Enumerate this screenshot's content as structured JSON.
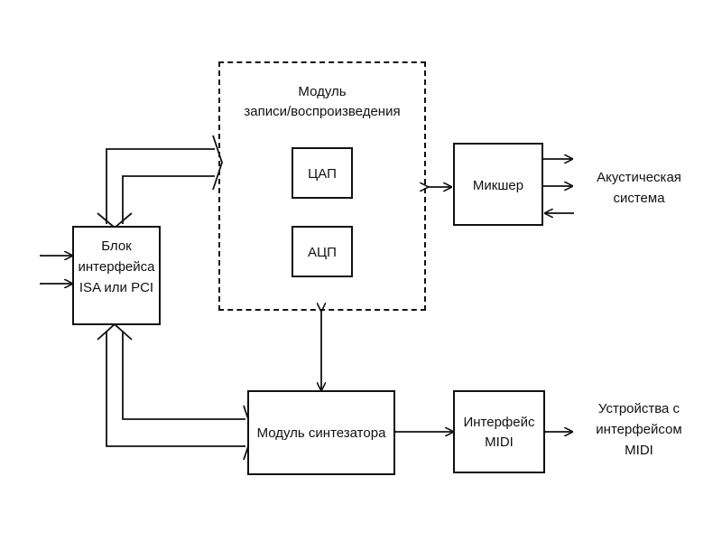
{
  "blocks": {
    "interface": [
      "Блок",
      "интерфейса",
      "ISA или PCI"
    ],
    "record_play": [
      "Модуль",
      "записи/воспроизведения"
    ],
    "dac": "ЦАП",
    "adc": "АЦП",
    "mixer": "Микшер",
    "synth": "Модуль синтезатора",
    "midi_interface": [
      "Интерфейс",
      "MIDI"
    ]
  },
  "outputs": {
    "acoustic": [
      "Акустическая",
      "система"
    ],
    "midi_devices": [
      "Устройства с",
      "интерфейсом",
      "MIDI"
    ]
  }
}
